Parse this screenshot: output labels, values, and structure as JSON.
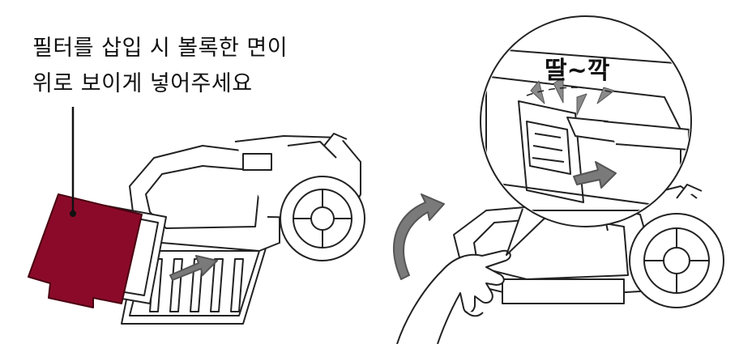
{
  "instruction": {
    "line1": "필터를 삽입 시 볼록한 면이",
    "line2": "위로 보이게 넣어주세요"
  },
  "callout": {
    "sound": "딸~깍"
  },
  "colors": {
    "filter": "#8b0a2a",
    "arrow": "#7a7a7a",
    "outline": "#222222",
    "fill": "#ffffff"
  }
}
